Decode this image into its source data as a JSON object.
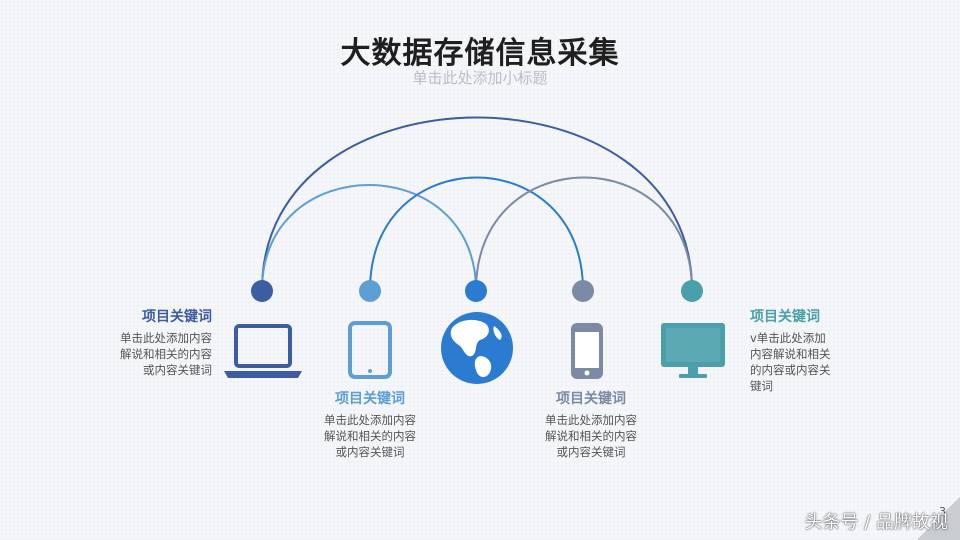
{
  "header": {
    "title": "大数据存储信息采集",
    "subtitle": "单击此处添加小标题"
  },
  "items": [
    {
      "keyword": "项目关键词",
      "description": [
        "单击此处添加内容",
        "解说和相关的内容",
        "或内容关键词"
      ],
      "color": "#3d5da3",
      "icon": "laptop-icon"
    },
    {
      "keyword": "项目关键词",
      "description": [
        "单击此处添加内容",
        "解说和相关的内容",
        "或内容关键词"
      ],
      "color": "#5d9fd4",
      "icon": "tablet-icon"
    },
    {
      "keyword": "",
      "description": [],
      "color": "#2b7bd1",
      "icon": "globe-icon"
    },
    {
      "keyword": "项目关键词",
      "description": [
        "单击此处添加内容",
        "解说和相关的内容",
        "或内容关键词"
      ],
      "color": "#7c8aa5",
      "icon": "phone-icon"
    },
    {
      "keyword": "项目关键词",
      "description": [
        "v单击此处添加",
        "内容解说和相关",
        "的内容或内容关",
        "键词"
      ],
      "color": "#4aa0aa",
      "icon": "monitor-icon"
    }
  ],
  "footer": {
    "page_number": "3",
    "watermark": "头条号 / 品牌故视"
  }
}
